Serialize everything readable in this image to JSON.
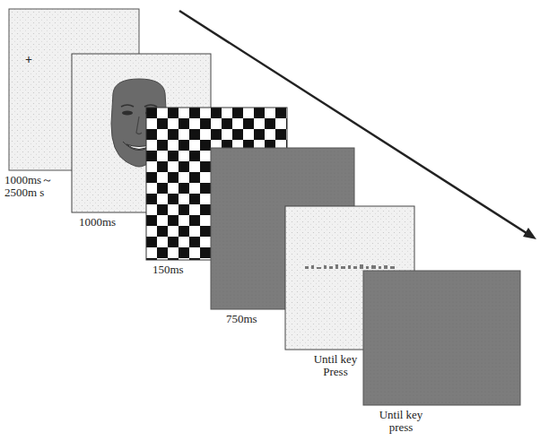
{
  "diagram": {
    "nodes": [
      {
        "text": [
          "+",
          "1000ms～ 2500m s"
        ]
      },
      {
        "text": [
          "1000ms"
        ]
      },
      {
        "text": [
          "150ms"
        ]
      },
      {
        "text": [
          "750ms"
        ]
      },
      {
        "text": [
          "Until key Press"
        ]
      },
      {
        "text": [
          "Until key press"
        ]
      }
    ]
  }
}
